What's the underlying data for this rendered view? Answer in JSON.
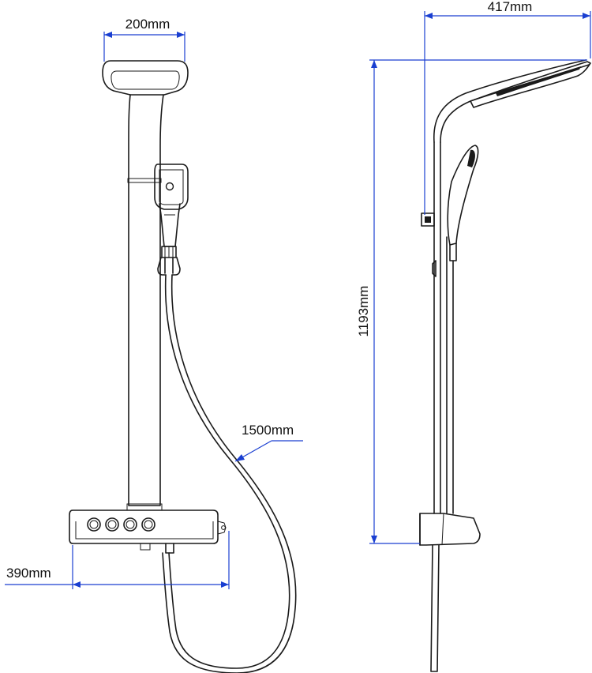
{
  "dimensions": {
    "head_width": "200mm",
    "console_width": "390mm",
    "hose_length": "1500mm",
    "overall_height": "1193mm",
    "projection": "417mm"
  },
  "colors": {
    "dimension_lines": "#1a3fd1",
    "outline": "#1a1a1a"
  }
}
